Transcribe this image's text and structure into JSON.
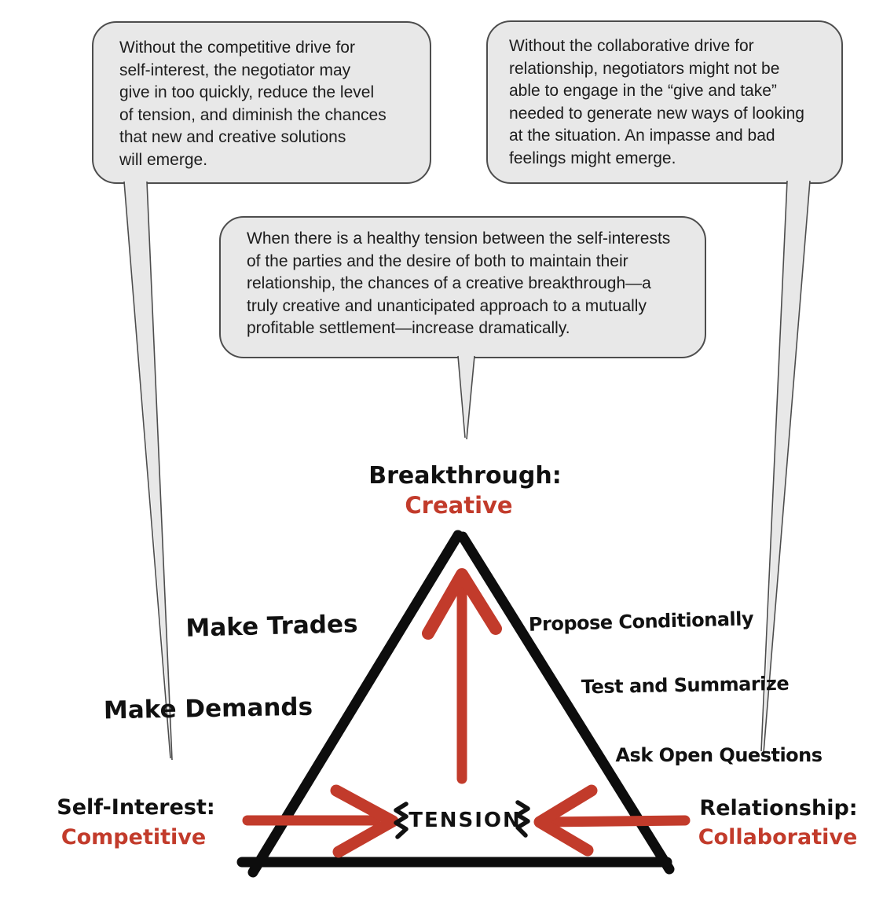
{
  "colors": {
    "accent_red": "#c23b2b",
    "ink_black": "#111111",
    "bubble_fill": "#e8e8e8",
    "bubble_stroke": "#4d4d4d"
  },
  "bubbles": {
    "left": {
      "text": "Without the competitive drive for\nself-interest, the negotiator may\ngive in too quickly, reduce the level\nof tension, and diminish the chances\nthat new and creative solutions\nwill emerge."
    },
    "right": {
      "text": "Without the collaborative drive for\nrelationship, negotiators might not be\nable to engage in the “give and take”\nneeded to generate new ways of looking\nat the situation. An impasse and bad\nfeelings might emerge."
    },
    "middle": {
      "text": "When there is a healthy tension between the self-interests\nof the parties and the desire of both to maintain their\nrelationship, the chances of a creative breakthrough—a\ntruly creative and unanticipated approach to a mutually\nprofitable settlement—increase dramatically."
    }
  },
  "triangle": {
    "apex_label": "Breakthrough:",
    "apex_sublabel": "Creative",
    "left_side": [
      "Make Trades",
      "Make Demands"
    ],
    "right_side": [
      "Propose Conditionally",
      "Test and Summarize",
      "Ask Open Questions"
    ],
    "bottom_left_label": "Self-Interest:",
    "bottom_left_sublabel": "Competitive",
    "bottom_right_label": "Relationship:",
    "bottom_right_sublabel": "Collaborative",
    "center_label": "TENSION"
  }
}
